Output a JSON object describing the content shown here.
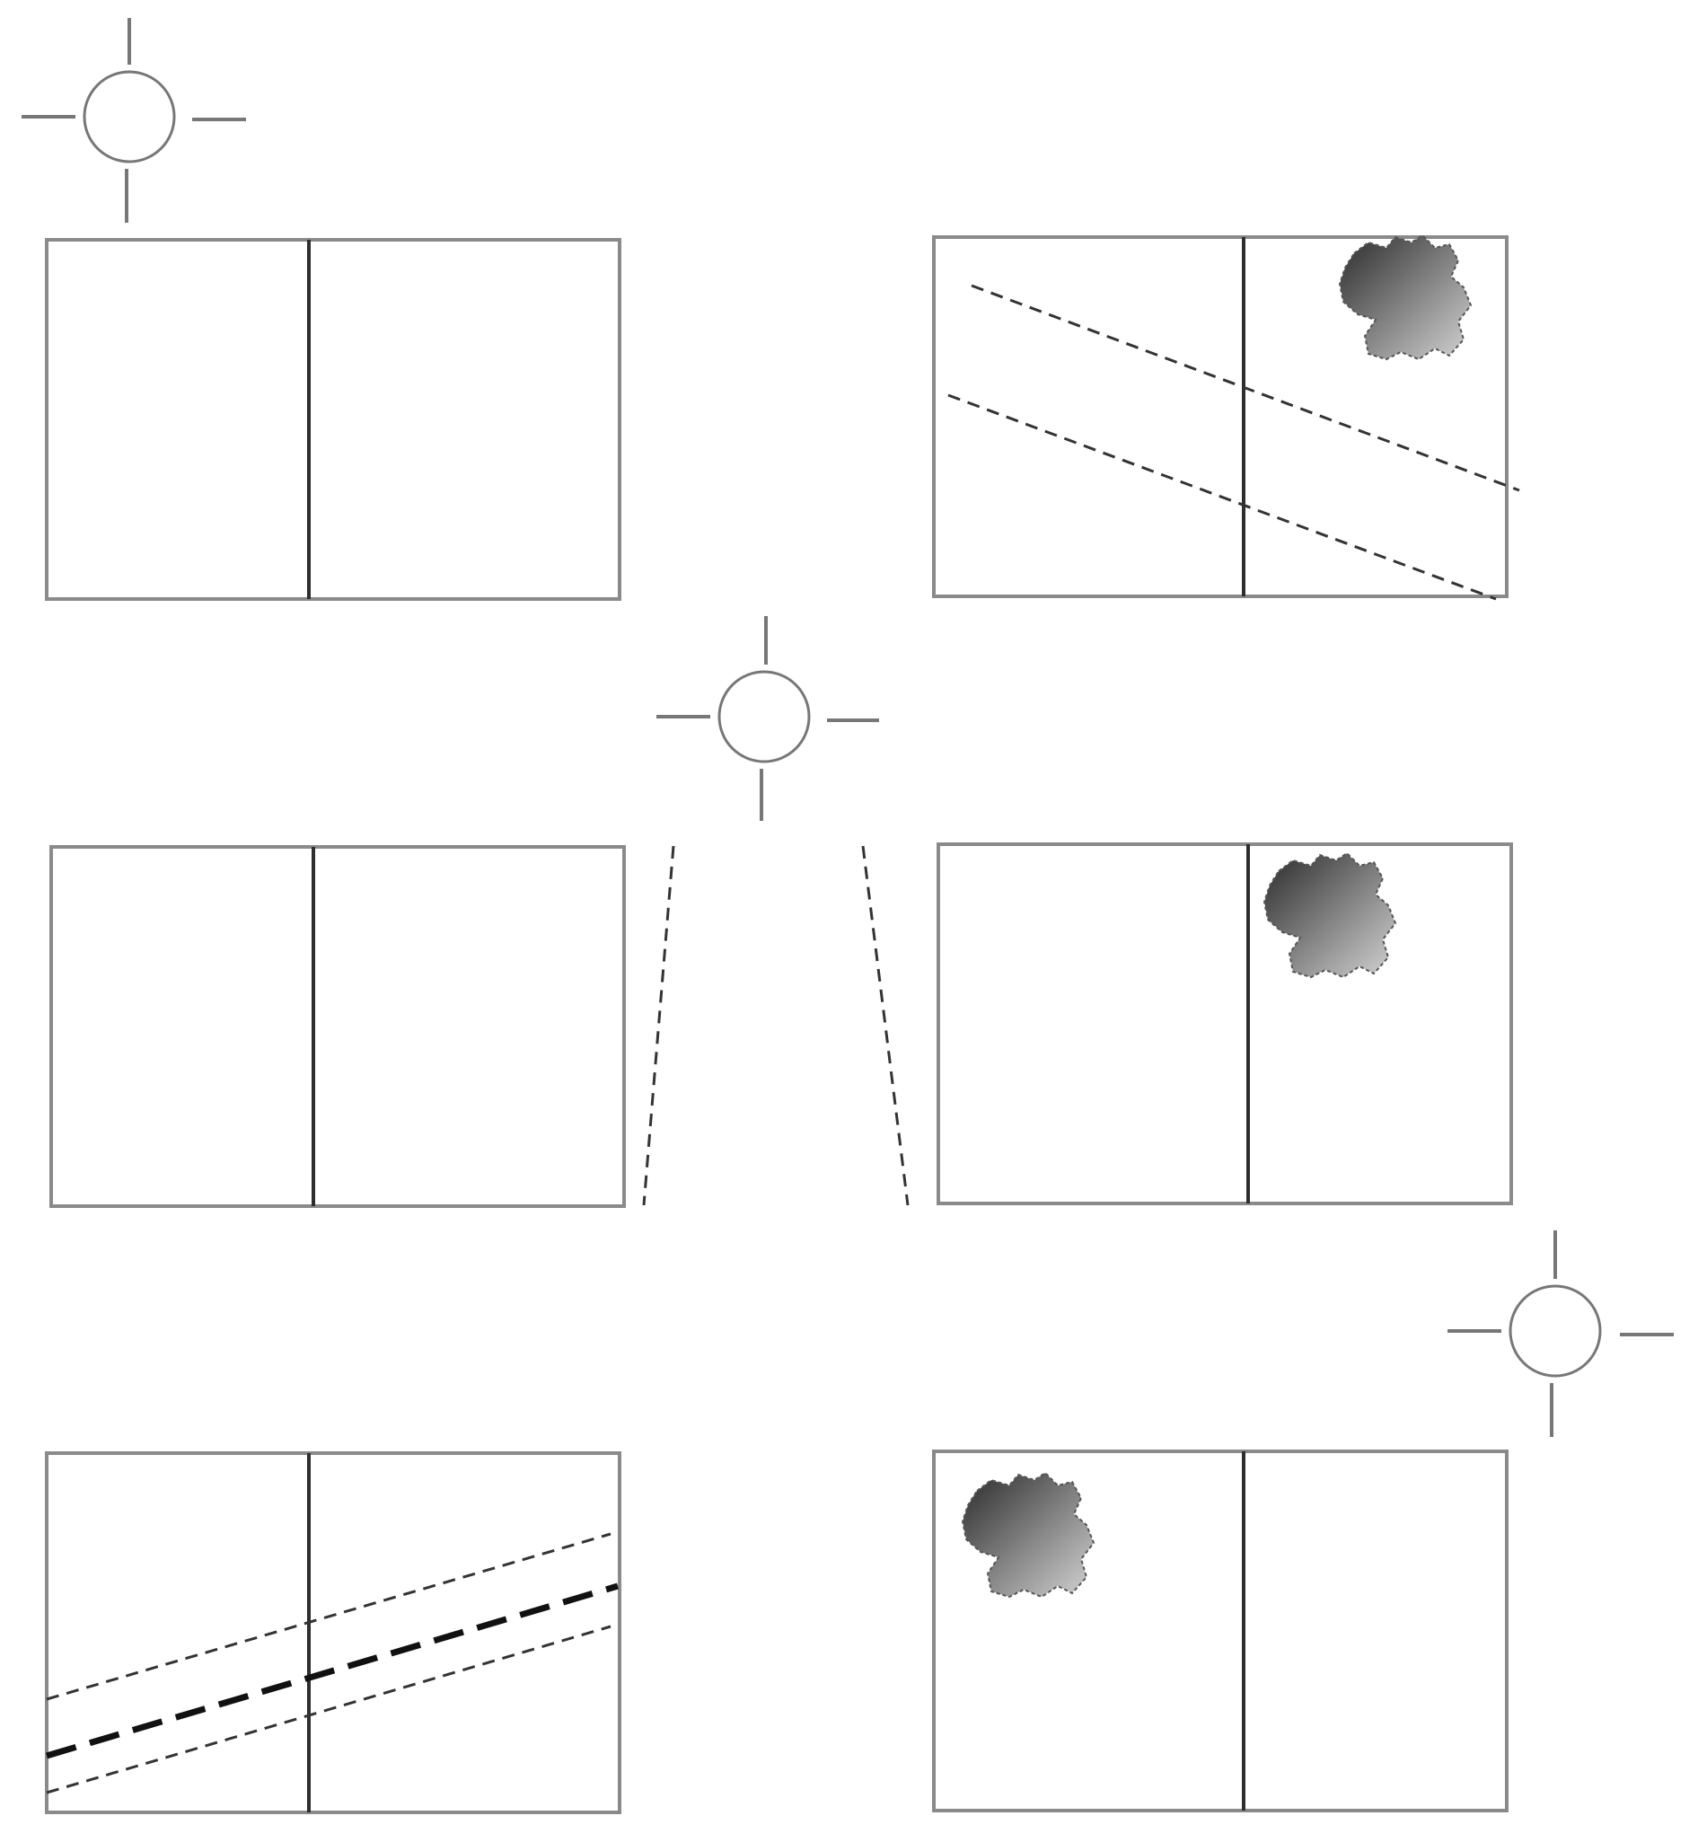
{
  "diagram": {
    "description_free": true,
    "colors": {
      "frame": "#8a8a8a",
      "divider": "#2e2e2e",
      "light_source": "#777777",
      "dashed_line": "#333333",
      "blob_dark": "#2a2a2a",
      "blob_light": "#d4d4d4"
    },
    "icons": [
      "light-source-icon-top-left",
      "light-source-icon-center",
      "light-source-icon-right"
    ],
    "panels": [
      {
        "id": "panel-top-left",
        "position": "top-left",
        "dashed_lines": 0,
        "blob": false
      },
      {
        "id": "panel-top-right",
        "position": "top-right",
        "dashed_lines": 2,
        "blob": true
      },
      {
        "id": "panel-middle-left",
        "position": "middle-left",
        "dashed_lines": 0,
        "blob": false
      },
      {
        "id": "panel-middle-right",
        "position": "middle-right",
        "dashed_lines": 0,
        "blob": true
      },
      {
        "id": "panel-bottom-left",
        "position": "bottom-left",
        "dashed_lines": 3,
        "blob": false
      },
      {
        "id": "panel-bottom-right",
        "position": "bottom-right",
        "dashed_lines": 0,
        "blob": true
      }
    ]
  }
}
